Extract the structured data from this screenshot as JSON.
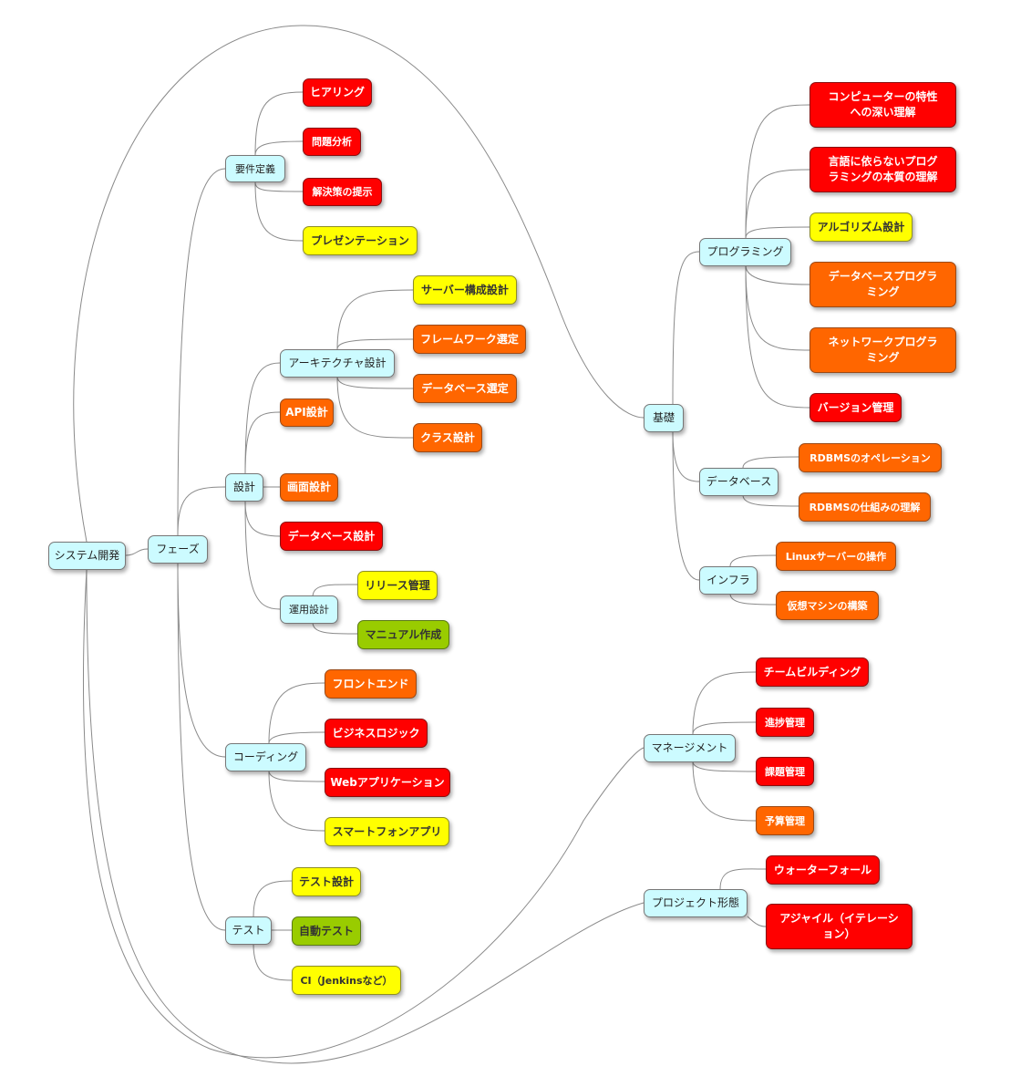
{
  "colors": {
    "light": "#ccfbff",
    "red": "#ff0000",
    "orange": "#ff6600",
    "yellow": "#ffff00",
    "green": "#99cc00",
    "edge": "#8a8a8a"
  },
  "mindmap": {
    "root": "システム開発",
    "phase": {
      "label": "フェーズ",
      "requirements": {
        "label": "要件定義",
        "hearing": "ヒアリング",
        "problem_analysis": "問題分析",
        "solution_proposal": "解決策の提示",
        "presentation": "プレゼンテーション"
      },
      "design": {
        "label": "設計",
        "architecture": {
          "label": "アーキテクチャ設計",
          "server_config": "サーバー構成設計",
          "framework_selection": "フレームワーク選定",
          "database_selection": "データベース選定",
          "class_design": "クラス設計"
        },
        "api_design": "API設計",
        "screen_design": "画面設計",
        "database_design": "データベース設計",
        "operation": {
          "label": "運用設計",
          "release_management": "リリース管理",
          "manual_creation": "マニュアル作成"
        }
      },
      "coding": {
        "label": "コーディング",
        "frontend": "フロントエンド",
        "business_logic": "ビジネスロジック",
        "web_app": "Webアプリケーション",
        "smartphone_app": "スマートフォンアプリ"
      },
      "test": {
        "label": "テスト",
        "test_design": "テスト設計",
        "automated_test": "自動テスト",
        "ci": "CI（Jenkinsなど）"
      }
    },
    "basics": {
      "label": "基礎",
      "programming": {
        "label": "プログラミング",
        "computer_understanding": "コンピューターの特性への深い理解",
        "language_independent": "言語に依らないプログラミングの本質の理解",
        "algorithm_design": "アルゴリズム設計",
        "database_programming": "データベースプログラミング",
        "network_programming": "ネットワークプログラミング",
        "version_control": "バージョン管理"
      },
      "database": {
        "label": "データベース",
        "rdbms_operation": "RDBMSのオペレーション",
        "rdbms_mechanism": "RDBMSの仕組みの理解"
      },
      "infra": {
        "label": "インフラ",
        "linux_server": "Linuxサーバーの操作",
        "vm_setup": "仮想マシンの構築"
      }
    },
    "management": {
      "label": "マネージメント",
      "team_building": "チームビルディング",
      "progress": "進捗管理",
      "issue": "課題管理",
      "budget": "予算管理"
    },
    "project_style": {
      "label": "プロジェクト形態",
      "waterfall": "ウォーターフォール",
      "agile": "アジャイル（イテレーション）"
    }
  }
}
